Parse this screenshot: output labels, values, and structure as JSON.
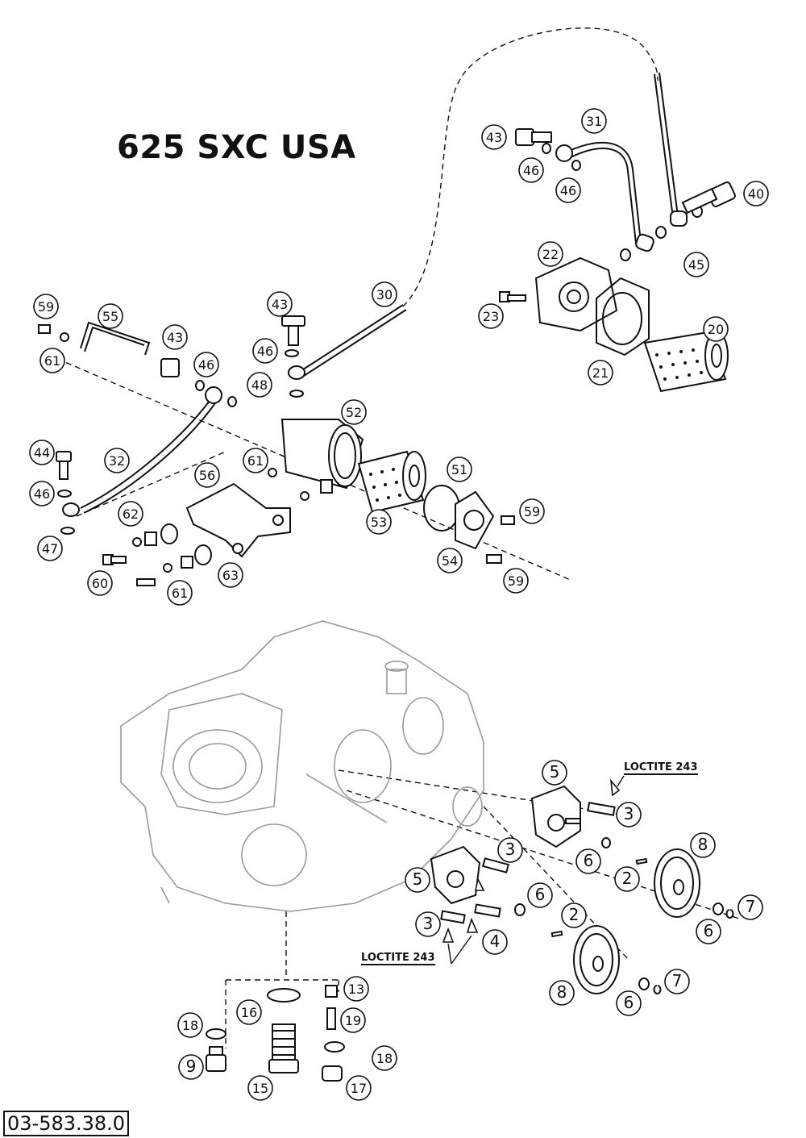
{
  "title": "625 SXC USA",
  "reference_code": "03-583.38.0",
  "callouts": [
    "LOCTITE 243",
    "LOCTITE 243"
  ],
  "part_labels": {
    "p31": "31",
    "p43a": "43",
    "p46a": "46",
    "p46b": "46",
    "p40": "40",
    "p45": "45",
    "p22": "22",
    "p23": "23",
    "p20": "20",
    "p21": "21",
    "p30": "30",
    "p59a": "59",
    "p55": "55",
    "p61a": "61",
    "p43b": "43",
    "p46c": "46",
    "p43c": "43",
    "p46d": "46",
    "p48": "48",
    "p52": "52",
    "p44": "44",
    "p32": "32",
    "p56": "56",
    "p61b": "61",
    "p51": "51",
    "p46e": "46",
    "p47": "47",
    "p62": "62",
    "p53": "53",
    "p59b": "59",
    "p54": "54",
    "p59c": "59",
    "p60": "60",
    "p63": "63",
    "p61c": "61",
    "p5a": "5",
    "p3a": "3",
    "p8a": "8",
    "p6a": "6",
    "p2a": "2",
    "p3b": "3",
    "p5b": "5",
    "p6b": "6",
    "p7a": "7",
    "p6c": "6",
    "p3c": "3",
    "p4": "4",
    "p2b": "2",
    "p8b": "8",
    "p7b": "7",
    "p6d": "6",
    "p13": "13",
    "p18a": "18",
    "p16": "16",
    "p19": "19",
    "p18b": "18",
    "p9": "9",
    "p15": "15",
    "p17": "17"
  }
}
